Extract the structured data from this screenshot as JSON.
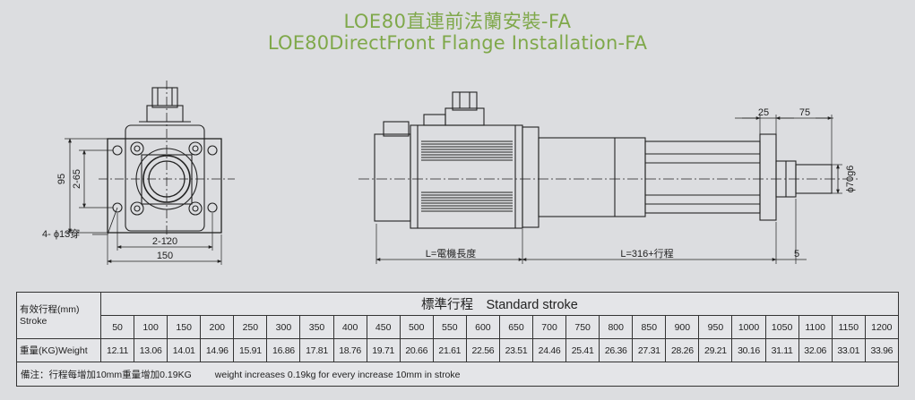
{
  "title": {
    "cn": "LOE80直連前法蘭安裝-FA",
    "en": "LOE80DirectFront Flange Installation-FA"
  },
  "drawing": {
    "front_view": {
      "dim_95": "95",
      "dim_2_65": "2-65",
      "dim_2_120": "2-120",
      "dim_150": "150",
      "hole_callout": "4- ϕ13穿"
    },
    "side_view": {
      "dim_25": "25",
      "dim_75": "75",
      "dim_shaft": "ϕ70g6",
      "dim_L_motor": "L=電機長度",
      "dim_L_stroke": "L=316+行程",
      "dim_5": "5"
    }
  },
  "table": {
    "stroke_label_cn": "有效行程(mm)",
    "stroke_label_en": "Stroke",
    "header": "標準行程　Standard stroke",
    "weight_label": "重量(KG)Weight",
    "strokes": [
      "50",
      "100",
      "150",
      "200",
      "250",
      "300",
      "350",
      "400",
      "450",
      "500",
      "550",
      "600",
      "650",
      "700",
      "750",
      "800",
      "850",
      "900",
      "950",
      "1000",
      "1050",
      "1100",
      "1150",
      "1200"
    ],
    "weights": [
      "12.11",
      "13.06",
      "14.01",
      "14.96",
      "15.91",
      "16.86",
      "17.81",
      "18.76",
      "19.71",
      "20.66",
      "21.61",
      "22.56",
      "23.51",
      "24.46",
      "25.41",
      "26.36",
      "27.31",
      "28.26",
      "29.21",
      "30.16",
      "31.11",
      "32.06",
      "33.01",
      "33.96"
    ],
    "note_cn": "備注：行程每增加10mm重量增加0.19KG",
    "note_en": "weight increases 0.19kg for every increase 10mm in stroke"
  }
}
